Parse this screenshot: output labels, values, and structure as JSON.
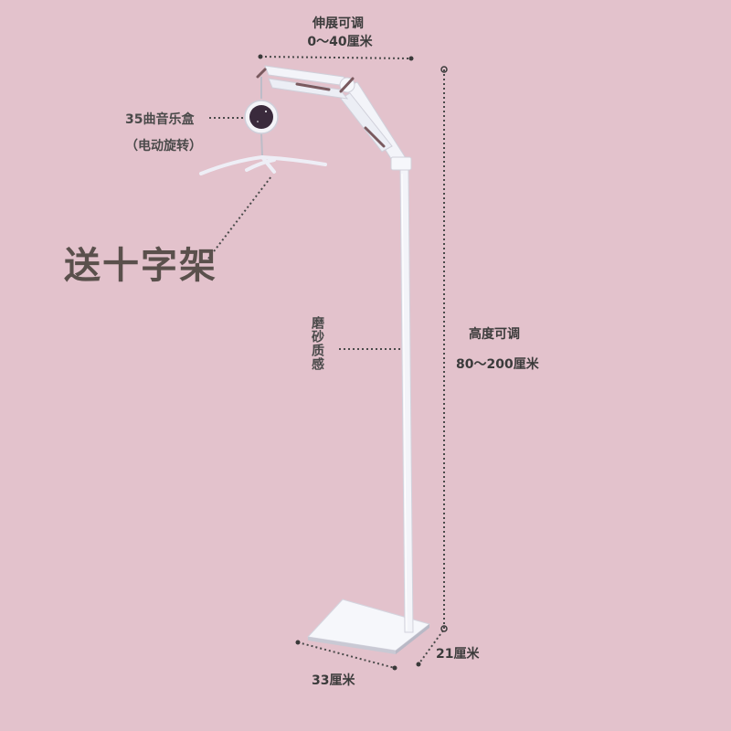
{
  "labels": {
    "extension_title": "伸展可调",
    "extension_range": "0～40厘米",
    "music_box": "35曲音乐盒",
    "music_box_desc": "（电动旋转）",
    "gift": "送十字架",
    "texture": "磨砂质感",
    "height_title": "高度可调",
    "height_range": "80～200厘米",
    "base_width": "21厘米",
    "base_length": "33厘米"
  },
  "colors": {
    "background": "#e3c2cc",
    "text": "#3b3b3b",
    "stand": "#f4f5fa",
    "accent_spring": "#7a5a5f",
    "music_box_face": "#3a2a3c",
    "moon": "#e8c25a"
  }
}
